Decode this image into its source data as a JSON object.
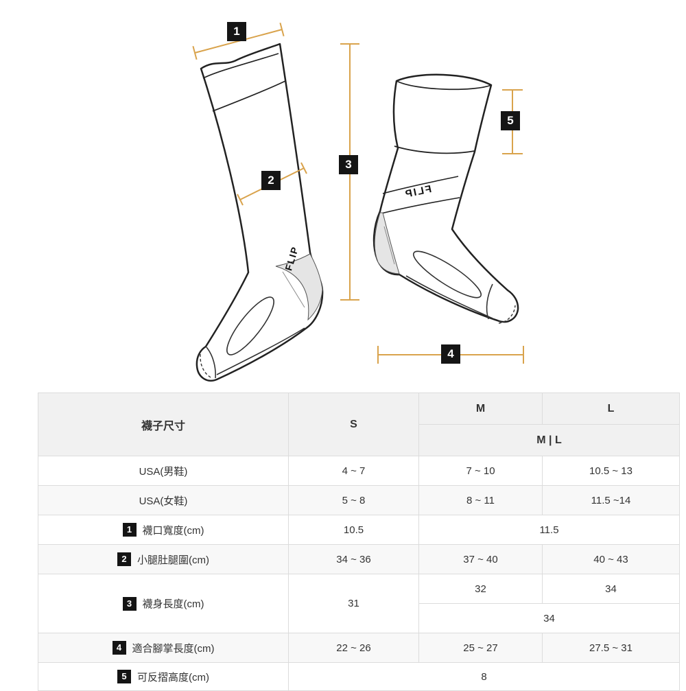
{
  "diagram": {
    "accent": "#D9A34C",
    "brand": "FLIP",
    "labels": {
      "l1": "1",
      "l2": "2",
      "l3": "3",
      "l4": "4",
      "l5": "5"
    }
  },
  "table": {
    "header": {
      "title": "襪子尺寸",
      "s": "S",
      "m": "M",
      "l": "L",
      "ml": "M | L"
    },
    "rows": [
      {
        "label": "USA(男鞋)",
        "s": "4 ~ 7",
        "m": "7 ~ 10",
        "l": "10.5 ~ 13"
      },
      {
        "label": "USA(女鞋)",
        "s": "5 ~ 8",
        "m": "8 ~ 11",
        "l": "11.5 ~14"
      },
      {
        "num": "1",
        "label": "襪口寬度(cm)",
        "s": "10.5",
        "ml": "11.5"
      },
      {
        "num": "2",
        "label": "小腿肚腿圍(cm)",
        "s": "34 ~ 36",
        "m": "37 ~ 40",
        "l": "40 ~ 43"
      },
      {
        "num": "3",
        "label": "襪身長度(cm)",
        "s": "31",
        "m": "32",
        "l": "34",
        "ml": "34"
      },
      {
        "num": "4",
        "label": "適合腳掌長度(cm)",
        "s": "22 ~ 26",
        "m": "25 ~ 27",
        "l": "27.5 ~ 31"
      },
      {
        "num": "5",
        "label": "可反摺高度(cm)",
        "all": "8"
      }
    ]
  }
}
